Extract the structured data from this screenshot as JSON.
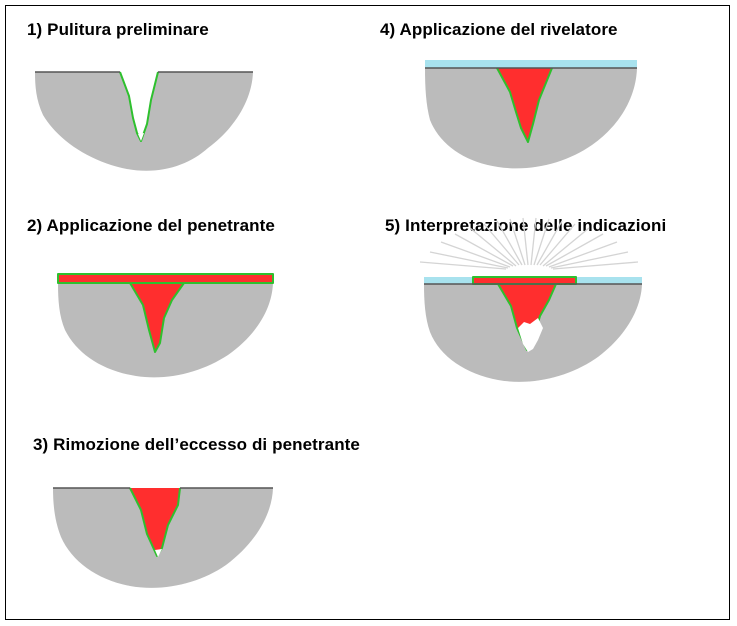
{
  "steps": [
    {
      "id": 1,
      "title": "1) Pulitura preliminare"
    },
    {
      "id": 2,
      "title": "2) Applicazione del penetrante"
    },
    {
      "id": 3,
      "title": "3) Rimozione dell’eccesso di penetrante"
    },
    {
      "id": 4,
      "title": "4) Applicazione del rivelatore"
    },
    {
      "id": 5,
      "title": "5) Interpretazione delle indicazioni"
    }
  ],
  "colors": {
    "specimen": "#bbbbbb",
    "surface_line": "#555555",
    "crack_edge": "#2ec02e",
    "penetrant": "#ff2e2e",
    "developer": "#a8e2ee",
    "light_rays": "#d4d4d4",
    "crack_void": "#ffffff",
    "frame": "#000000"
  }
}
